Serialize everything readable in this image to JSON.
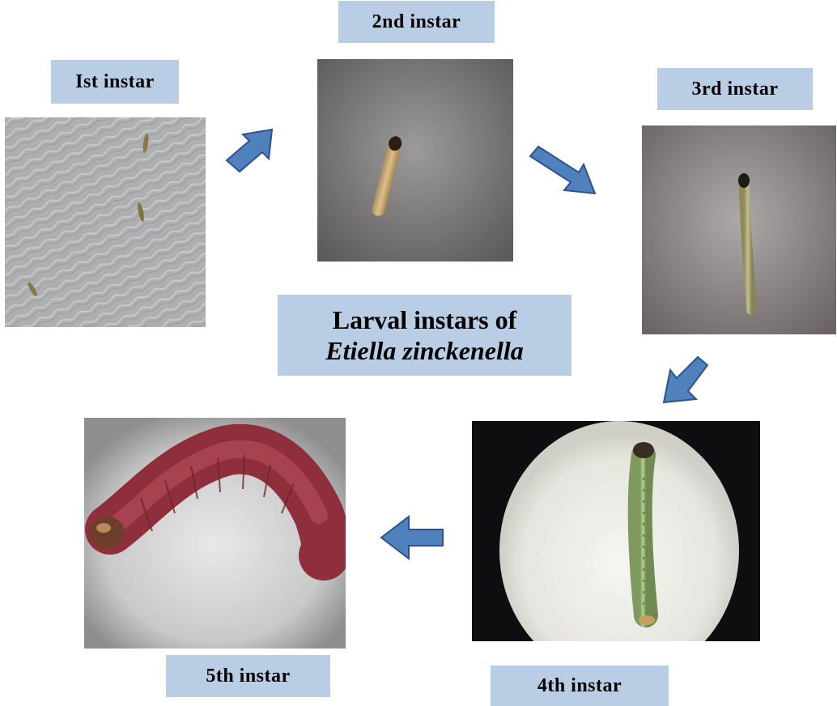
{
  "title": {
    "line1": "Larval instars of",
    "line2": "Etiella zinckenella"
  },
  "stages": [
    {
      "label": "Ist instar"
    },
    {
      "label": "2nd instar"
    },
    {
      "label": "3rd instar"
    },
    {
      "label": "4th instar"
    },
    {
      "label": "5th instar"
    }
  ],
  "colors": {
    "label_bg": "#b9cde5",
    "arrow_fill": "#4f81bd",
    "arrow_stroke": "#2f528f"
  }
}
